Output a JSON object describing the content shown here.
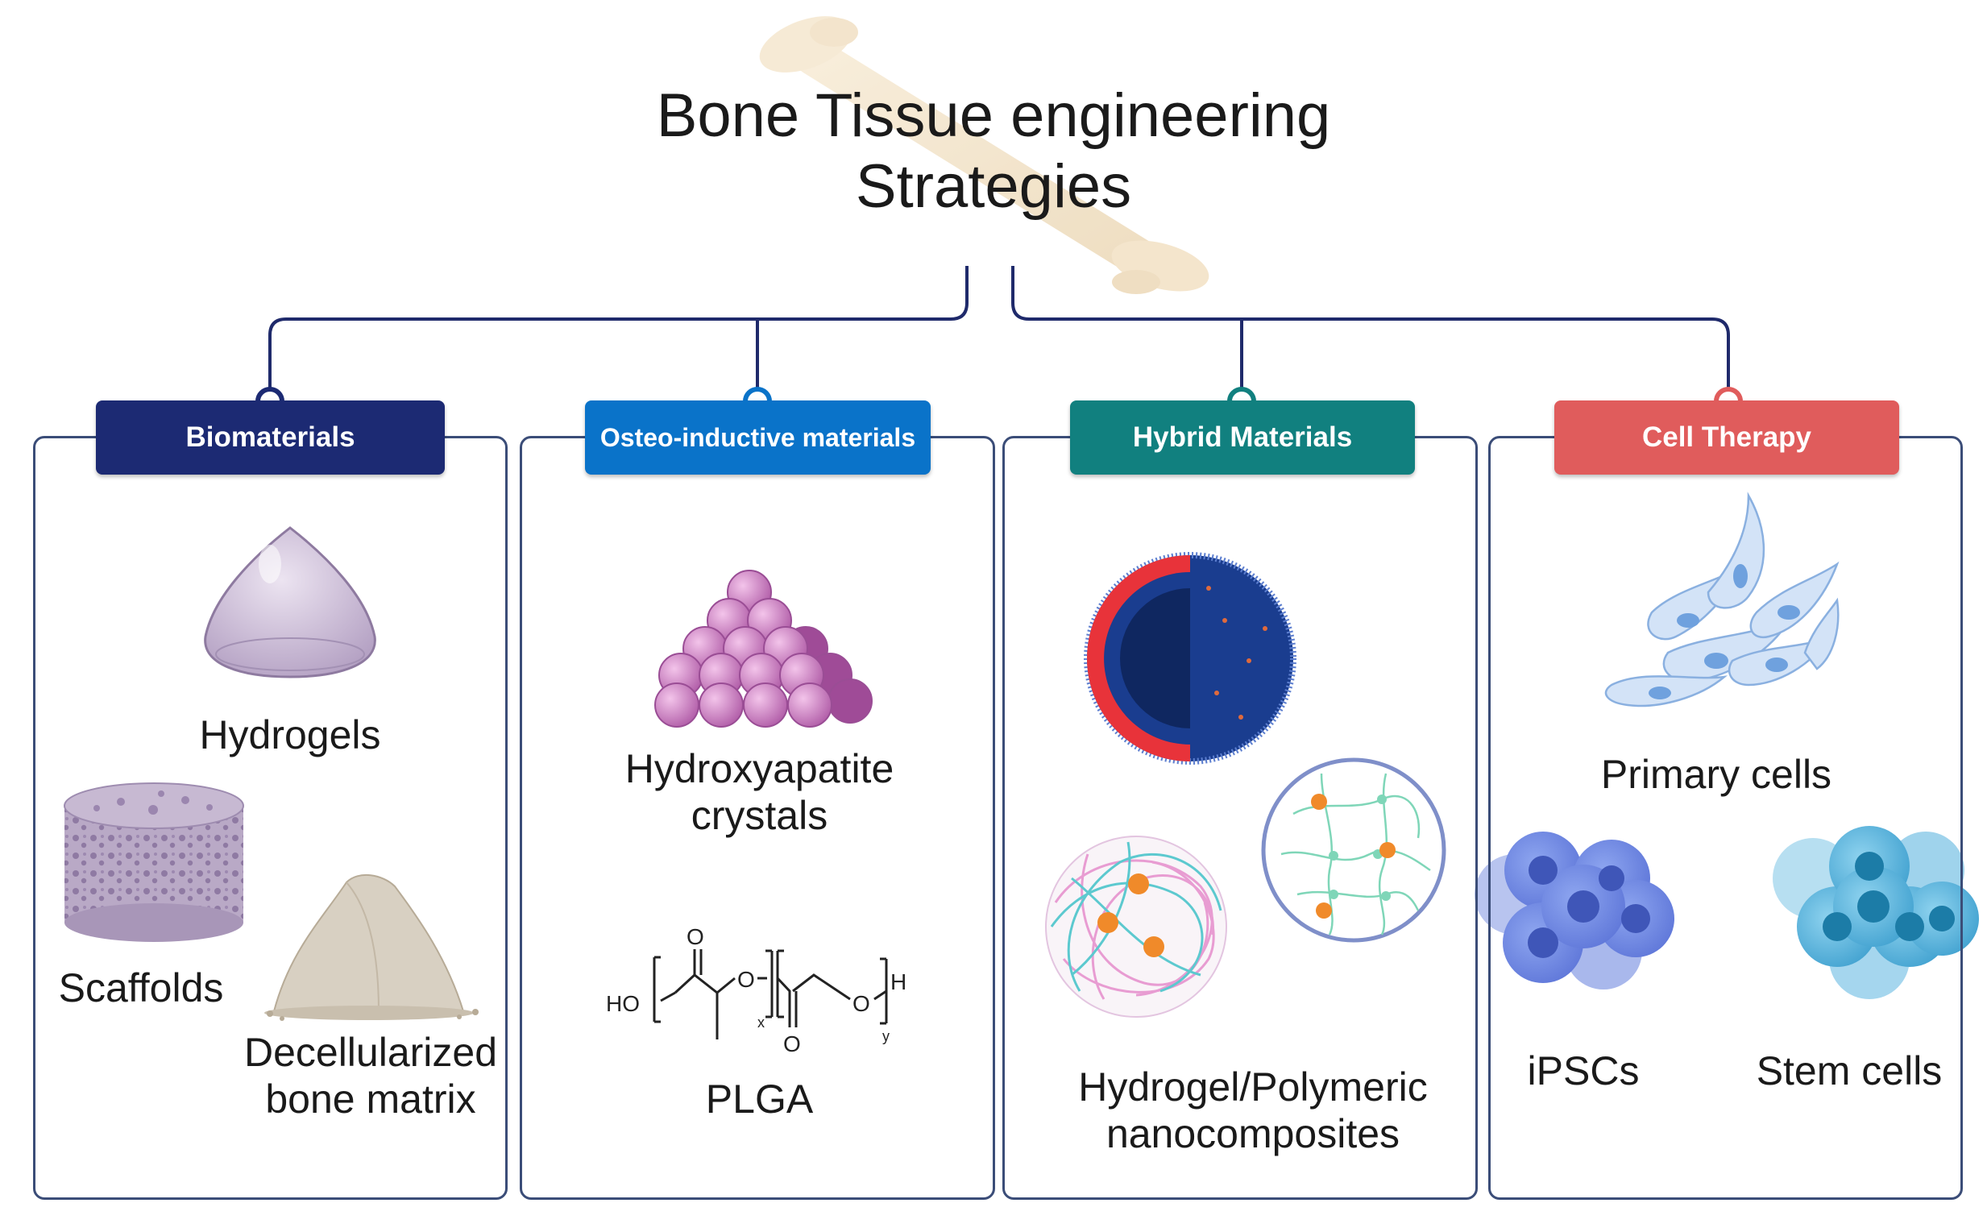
{
  "title": {
    "line1": "Bone Tissue engineering",
    "line2": "Strategies"
  },
  "colors": {
    "connector": "#1f2a6b",
    "panel_border": "#3b4d78",
    "biomaterials": "#1c2a73",
    "osteo": "#0a73c9",
    "hybrid": "#11807f",
    "cell": "#e05c5c"
  },
  "categories": [
    {
      "header": "Biomaterials",
      "items": [
        "Hydrogels",
        "Scaffolds",
        "Decellularized",
        "bone matrix"
      ]
    },
    {
      "header": "Osteo-inductive materials",
      "items": [
        "Hydroxyapatite",
        "crystals",
        "PLGA"
      ]
    },
    {
      "header": "Hybrid Materials",
      "items": [
        "Hydrogel/Polymeric",
        "nanocomposites"
      ]
    },
    {
      "header": "Cell Therapy",
      "items": [
        "Primary cells",
        "iPSCs",
        "Stem cells"
      ]
    }
  ],
  "plga_formula": {
    "ho": "HO",
    "o": "O",
    "h": "H",
    "x": "x",
    "y": "y"
  }
}
